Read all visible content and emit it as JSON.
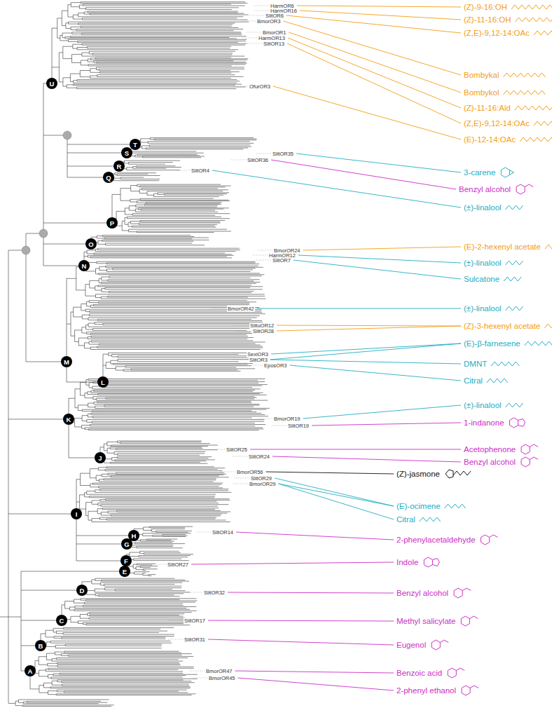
{
  "diagram": {
    "nodes": [
      {
        "text": [
          "U"
        ]
      },
      {
        "text": [
          "T"
        ]
      },
      {
        "text": [
          "S"
        ]
      },
      {
        "text": [
          "R"
        ]
      },
      {
        "text": [
          "Q"
        ]
      },
      {
        "text": [
          "P"
        ]
      },
      {
        "text": [
          "O"
        ]
      },
      {
        "text": [
          "N"
        ]
      },
      {
        "text": [
          "M"
        ]
      },
      {
        "text": [
          "L"
        ]
      },
      {
        "text": [
          "K"
        ]
      },
      {
        "text": [
          "J"
        ]
      },
      {
        "text": [
          "I"
        ]
      },
      {
        "text": [
          "H"
        ]
      },
      {
        "text": [
          "G"
        ]
      },
      {
        "text": [
          "F"
        ]
      },
      {
        "text": [
          "E"
        ]
      },
      {
        "text": [
          "D"
        ]
      },
      {
        "text": [
          "C"
        ]
      },
      {
        "text": [
          "B"
        ]
      },
      {
        "text": [
          "A"
        ]
      }
    ],
    "labels": [
      "HarmOR6",
      "HarmOR16",
      "SlitOR6",
      "BmorOR3",
      "BmorOR1",
      "HarmOR13",
      "SlitOR13",
      "OfurOR3",
      "SlitOR35",
      "SlitOR36",
      "SlitOR4",
      "BmorOR24",
      "HarmOR12",
      "SlitOR7",
      "BmorOR42",
      "SlituOR12",
      "SlitOR28",
      "SexiOR3",
      "SlitOR3",
      "EposOR3",
      "BmorOR19",
      "SlitOR19",
      "SlitOR25",
      "SlitOR24",
      "BmorOR56",
      "SlitOR29",
      "BmorOR29",
      "SlitOR14",
      "SlitOR27",
      "SlitOR32",
      "SlitOR17",
      "SlitOR31",
      "BmorOR47",
      "BmorOR45",
      "(Z)-9-16:OH",
      "(Z)-11-16:OH",
      "(Z,E)-9,12-14:OAc",
      "Bombykal",
      "Bombykol",
      "(Z)-11-16:Ald",
      "(Z,E)-9,12-14:OAc",
      "(E)-12-14:OAc",
      "3-carene",
      "Benzyl alcohol",
      "(±)-linalool",
      "(E)-2-hexenyl acetate",
      "(±)-linalool",
      "Sulcatone",
      "(±)-linalool",
      "(Z)-3-hexenyl acetate",
      "(E)-β-farnesene",
      "DMNT",
      "Citral",
      "(±)-linalool",
      "1-indanone",
      "Acetophenone",
      "Benzyl alcohol",
      "(Z)-jasmone",
      "(E)-ocimene",
      "Citral",
      "2-phenylacetaldehyde",
      "Indole",
      "Benzyl alcohol",
      "Methyl salicylate",
      "Eugenol",
      "Benzoic acid",
      "2-phenyl ethanol"
    ]
  }
}
